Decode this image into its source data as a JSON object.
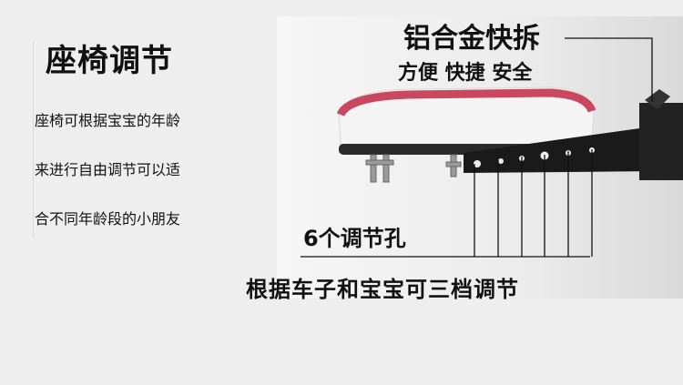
{
  "left_panel": {
    "title": "座椅调节",
    "lines": [
      "座椅可根据宝宝的年龄",
      "来进行自由调节可以适",
      "合不同年龄段的小朋友"
    ]
  },
  "photo_panel": {
    "headline": "铝合金快拆",
    "subline": "方便 快捷 安全",
    "holes_label": "6个调节孔",
    "bottom_caption": "根据车子和宝宝可三档调节"
  },
  "colors": {
    "background": "#eeeeee",
    "text": "#111111",
    "cushion_stripe": "#c9485f",
    "bracket": "#1a1a1a"
  }
}
